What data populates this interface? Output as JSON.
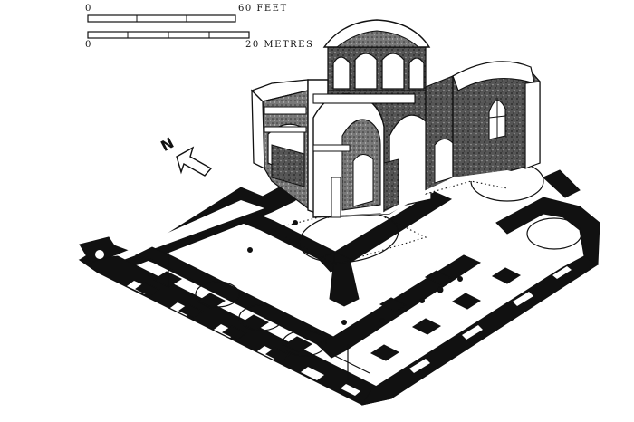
{
  "scale_bar": {
    "feet_start": "0",
    "feet_end": "60",
    "feet_unit": "FEET",
    "metres_start": "0",
    "metres_end": "20",
    "metres_unit": "METRES"
  },
  "north_label": "N",
  "colors": {
    "ink": "#111111",
    "paper": "#ffffff"
  }
}
